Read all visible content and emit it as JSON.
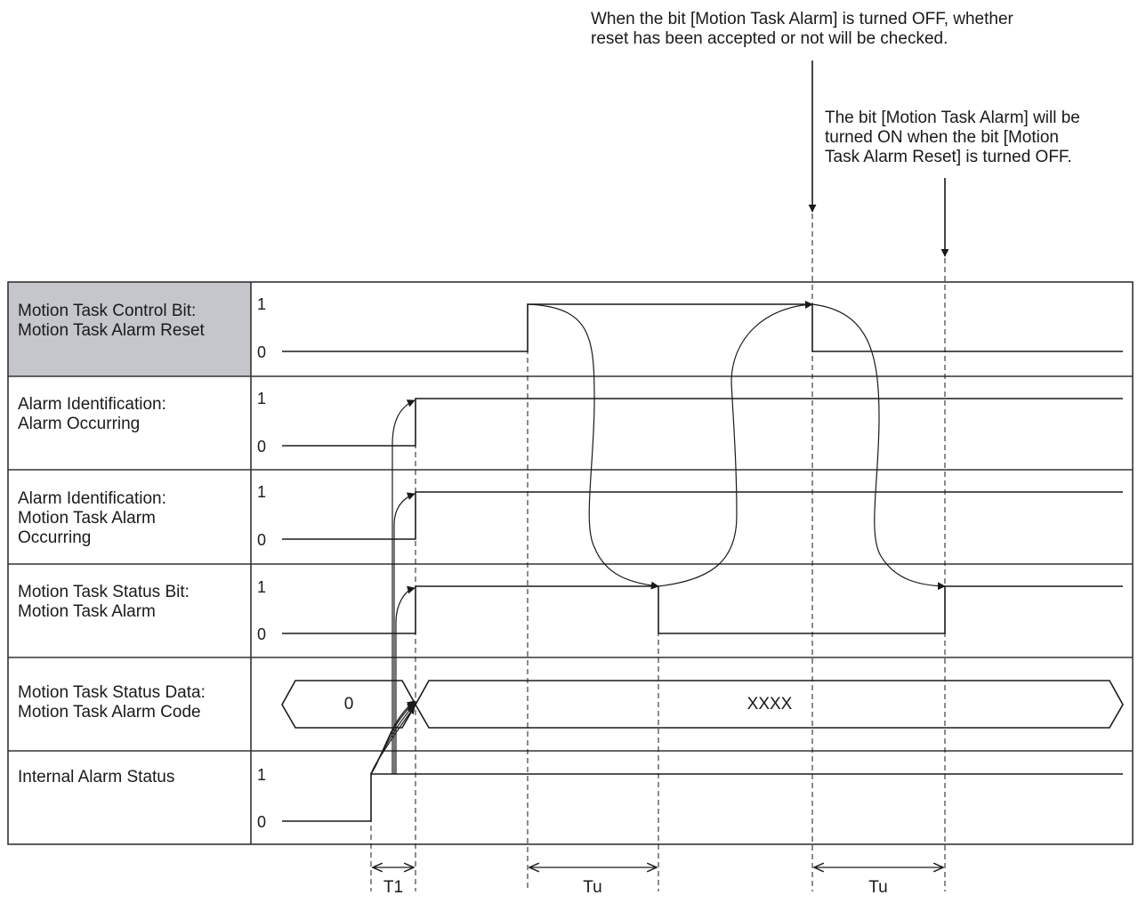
{
  "notes": {
    "top": "When the bit [Motion Task Alarm] is turned OFF, whether reset has been accepted or not will be checked.",
    "top_l1": "When the bit [Motion Task Alarm] is turned OFF, whether",
    "top_l2": "reset has been accepted or not will be checked.",
    "side_l1": "The bit [Motion Task Alarm] will be",
    "side_l2": "turned ON when the bit [Motion",
    "side_l3": "Task Alarm Reset] is turned OFF."
  },
  "rows": [
    {
      "l1": "Motion Task Control Bit:",
      "l2": "Motion Task Alarm Reset",
      "l3": "",
      "one": "1",
      "zero": "0"
    },
    {
      "l1": "Alarm Identification:",
      "l2": "Alarm Occurring",
      "l3": "",
      "one": "1",
      "zero": "0"
    },
    {
      "l1": "Alarm Identification:",
      "l2": "Motion Task Alarm",
      "l3": "Occurring",
      "one": "1",
      "zero": "0"
    },
    {
      "l1": "Motion Task Status Bit:",
      "l2": "Motion Task Alarm",
      "l3": "",
      "one": "1",
      "zero": "0"
    },
    {
      "l1": "Motion Task Status Data:",
      "l2": "Motion Task Alarm Code",
      "l3": "",
      "one": "",
      "zero": ""
    },
    {
      "l1": "Internal Alarm Status",
      "l2": "",
      "l3": "",
      "one": "1",
      "zero": "0"
    }
  ],
  "bus_values": {
    "before": "0",
    "after": "XXXX"
  },
  "timing": {
    "t1": "T1",
    "tu1": "Tu",
    "tu2": "Tu"
  },
  "colors": {
    "header_fill": "#c4c6cc",
    "line": "#1a1a1a",
    "border": "#333333"
  }
}
